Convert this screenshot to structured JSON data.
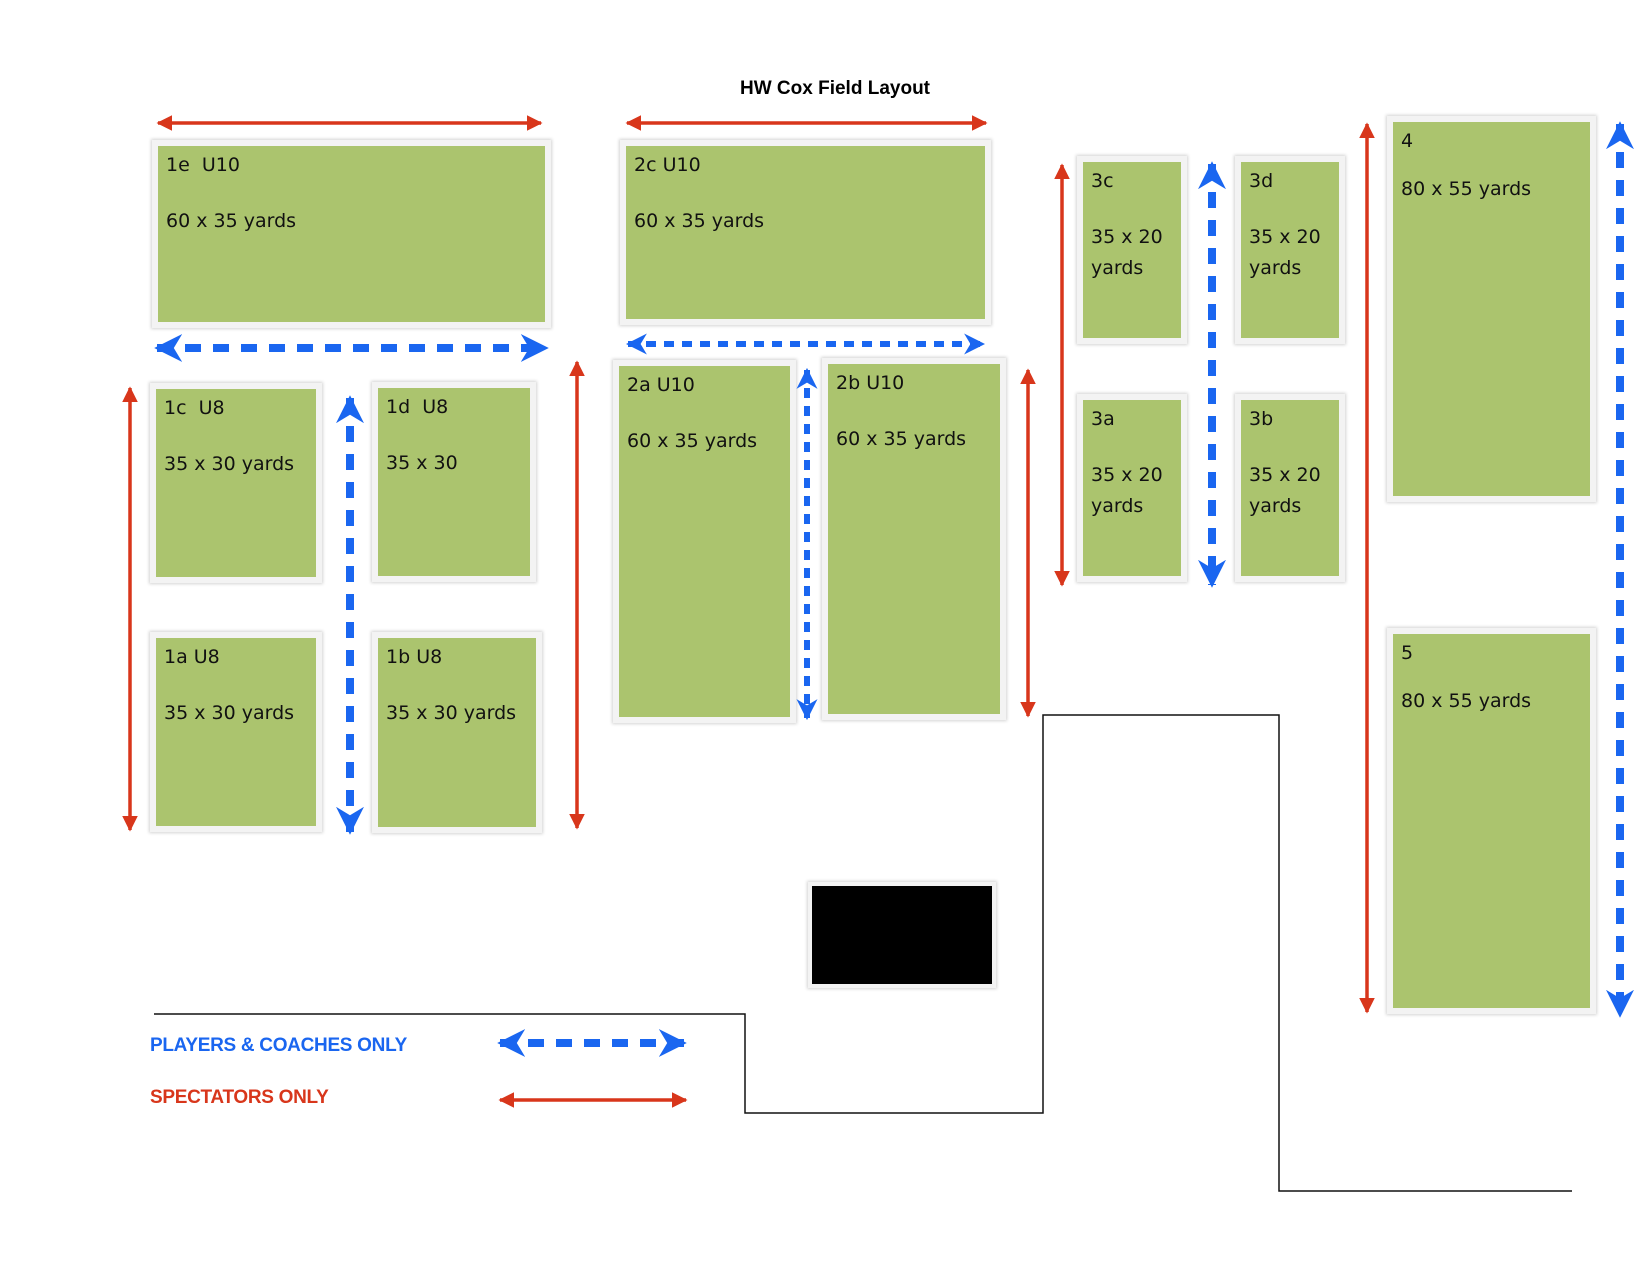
{
  "title": "HW Cox Field Layout",
  "fields": {
    "f1e": {
      "name": "1e  U10",
      "size": "60 x 35 yards"
    },
    "f2c": {
      "name": "2c U10",
      "size": "60 x 35 yards"
    },
    "f1c": {
      "name": "1c  U8",
      "size": "35 x 30 yards"
    },
    "f1d": {
      "name": "1d  U8",
      "size": "35 x 30"
    },
    "f1a": {
      "name": "1a U8",
      "size": "35 x 30 yards"
    },
    "f1b": {
      "name": "1b U8",
      "size": "35 x 30 yards"
    },
    "f2a": {
      "name": "2a U10",
      "size": "60 x 35 yards"
    },
    "f2b": {
      "name": "2b U10",
      "size": "60 x 35 yards"
    },
    "f3c": {
      "name": "3c",
      "size": "35 x 20 yards"
    },
    "f3d": {
      "name": "3d",
      "size": "35 x 20 yards"
    },
    "f3a": {
      "name": "3a",
      "size": "35 x 20 yards"
    },
    "f3b": {
      "name": "3b",
      "size": "35 x 20 yards"
    },
    "f4": {
      "name": "4",
      "size": "80 x 55 yards"
    },
    "f5": {
      "name": "5",
      "size": "80 x 55 yards"
    }
  },
  "legend": {
    "players": "PLAYERS & COACHES ONLY",
    "spectators": "SPECTATORS ONLY"
  },
  "colors": {
    "field": "#abc46e",
    "players_arrow": "#1a66f0",
    "spectators_arrow": "#d8361b"
  }
}
